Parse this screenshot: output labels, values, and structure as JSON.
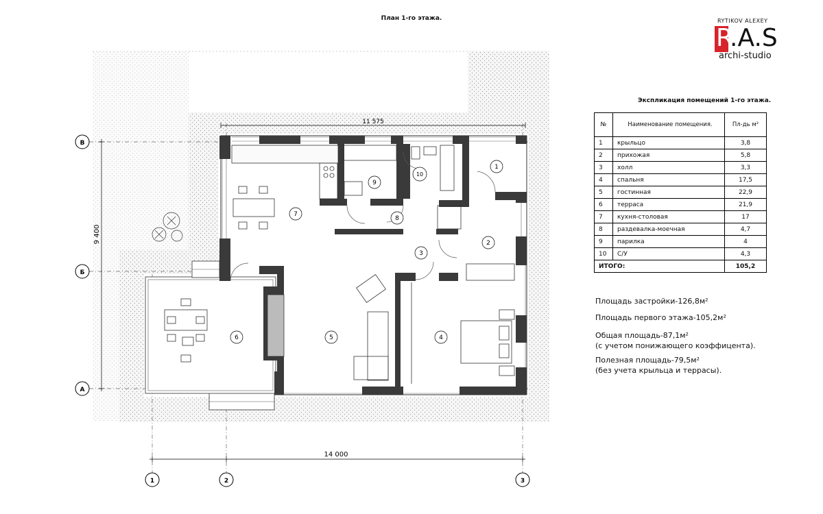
{
  "title": "План 1-го этажа.",
  "logo": {
    "author": "RYTIKOV ALEXEY",
    "mark": "R",
    "mark_rest": ".A.S",
    "studio": "archi-studio"
  },
  "table": {
    "title": "Экспликация помещений 1-го этажа.",
    "headers": {
      "num": "№",
      "name": "Наименование помещения.",
      "area": "Пл-дь м²"
    },
    "rows": [
      {
        "num": "1",
        "name": "крыльцо",
        "area": "3,8"
      },
      {
        "num": "2",
        "name": "прихожая",
        "area": "5,8"
      },
      {
        "num": "3",
        "name": "холл",
        "area": "3,3"
      },
      {
        "num": "4",
        "name": "спальня",
        "area": "17,5"
      },
      {
        "num": "5",
        "name": "гостинная",
        "area": "22,9"
      },
      {
        "num": "6",
        "name": "терраса",
        "area": "21,9"
      },
      {
        "num": "7",
        "name": "кухня-столовая",
        "area": "17"
      },
      {
        "num": "8",
        "name": "раздевалка-моечная",
        "area": "4,7"
      },
      {
        "num": "9",
        "name": "парилка",
        "area": "4"
      },
      {
        "num": "10",
        "name": "С/У",
        "area": "4,3"
      }
    ],
    "total": {
      "label": "ИТОГО:",
      "area": "105,2"
    }
  },
  "notes": {
    "build_area": "Площадь застройки-126,8м²",
    "first_floor": "Площадь первого этажа-105,2м²",
    "total_area_1": "Общая площадь-87,1м²",
    "total_area_2": "(с учетом понижающего коэффицента).",
    "useful_area_1": "Полезная площадь-79,5м²",
    "useful_area_2": "(без учета крыльца и террасы)."
  },
  "plan": {
    "dim_top": "11 575",
    "dim_bottom": "14 000",
    "dim_left": "9 400",
    "axes_letters": [
      "В",
      "Б",
      "А"
    ],
    "axes_numbers": [
      "1",
      "2",
      "3"
    ],
    "room_labels": [
      "1",
      "2",
      "3",
      "4",
      "5",
      "6",
      "7",
      "8",
      "9",
      "10"
    ]
  },
  "colors": {
    "wall": "#3a3a3a",
    "accent": "#d8232a",
    "hatch": "#bdbdbd"
  }
}
